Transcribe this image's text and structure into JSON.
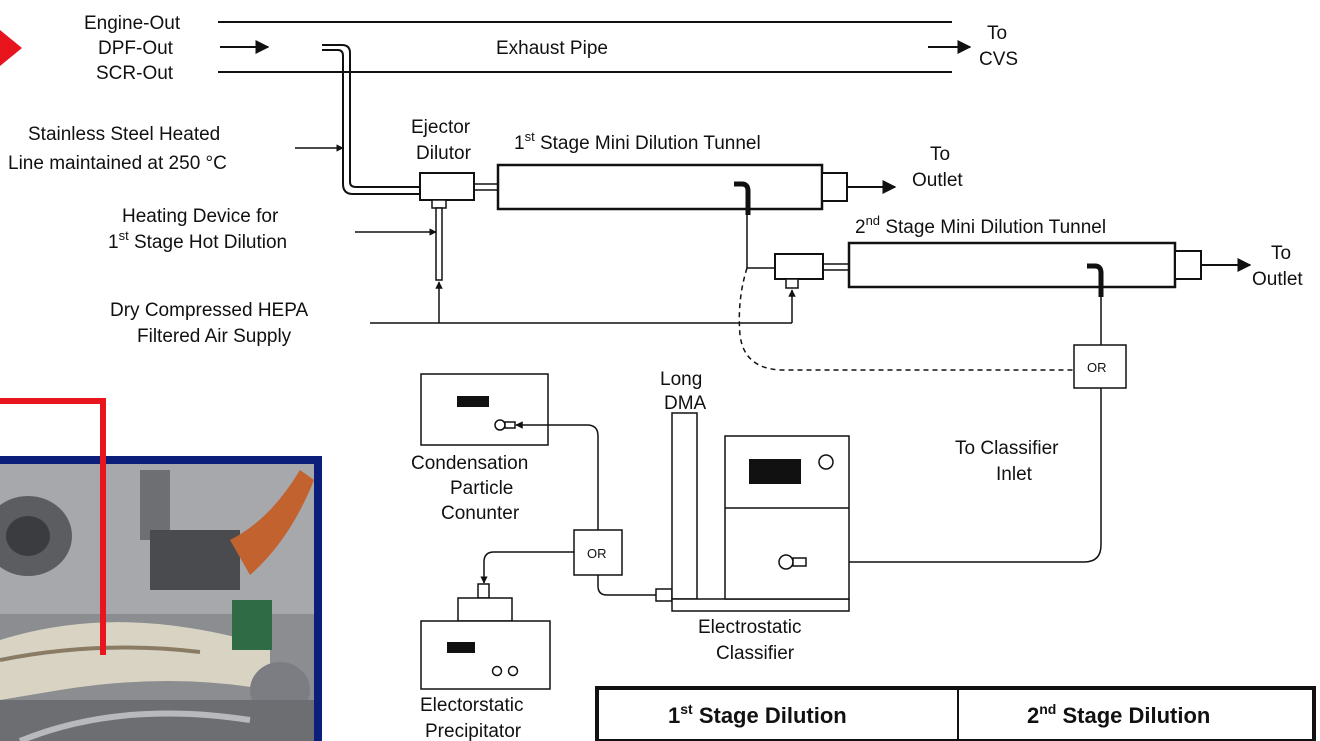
{
  "labels": {
    "engine_out": "Engine-Out",
    "dpf_out": "DPF-Out",
    "scr_out": "SCR-Out",
    "exhaust_pipe": "Exhaust Pipe",
    "to_cvs_1": "To",
    "to_cvs_2": "CVS",
    "heated_line_1": "Stainless Steel Heated",
    "heated_line_2": "Line maintained at 250 °C",
    "ejector_1": "Ejector",
    "ejector_2": "Dilutor",
    "stage1_num": "1",
    "stage1_sup": "st",
    "stage1_rest": " Stage Mini Dilution Tunnel",
    "to_outlet1_1": "To",
    "to_outlet1_2": "Outlet",
    "heating_1": "Heating Device for",
    "heating_2_num": "1",
    "heating_2_sup": "st",
    "heating_2_rest": " Stage Hot Dilution",
    "stage2_num": "2",
    "stage2_sup": "nd",
    "stage2_rest": "  Stage Mini Dilution Tunnel",
    "to_outlet2_1": "To",
    "to_outlet2_2": "Outlet",
    "air_1": "Dry Compressed HEPA",
    "air_2": "Filtered Air Supply",
    "or_1": "OR",
    "or_2": "OR",
    "long_dma_1": "Long",
    "long_dma_2": "DMA",
    "cpc_1": "Condensation",
    "cpc_2": "Particle",
    "cpc_3": "Conunter",
    "to_classifier_1": "To Classifier",
    "to_classifier_2": "Inlet",
    "classifier_1": "Electrostatic",
    "classifier_2": "Classifier",
    "precip_1": "Electorstatic",
    "precip_2": "Precipitator"
  },
  "table": {
    "cell1_num": "1",
    "cell1_sup": "st",
    "cell1_rest": " Stage Dilution",
    "cell2_num": "2",
    "cell2_sup": "nd",
    "cell2_rest": " Stage Dilution"
  },
  "colors": {
    "arrow_red": "#e8141e",
    "photo_frame": "#0b1f7a",
    "line": "#111111"
  }
}
